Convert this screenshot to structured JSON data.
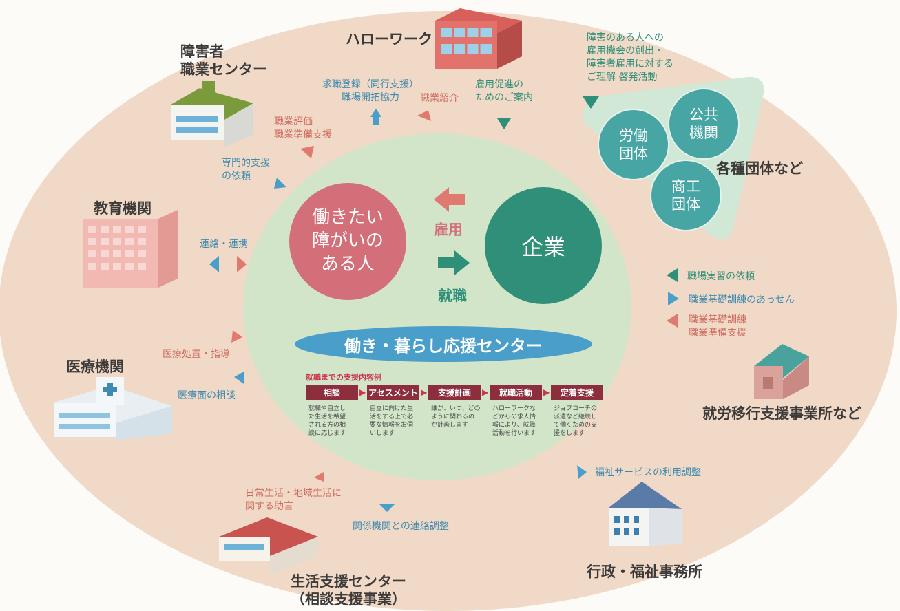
{
  "nodes": {
    "hellowork": "ハローワーク",
    "shougaisha_center": [
      "障害者",
      "職業センター"
    ],
    "kyouiku": "教育機関",
    "iryou": "医療機関",
    "seikatsu": [
      "生活支援センター",
      "（相談支援事業）"
    ],
    "gyousei": "行政・福祉事務所",
    "shuurou": "就労移行支援事業所など",
    "dantai": "各種団体など"
  },
  "center": {
    "person": [
      "働きたい",
      "障がいの",
      "ある人"
    ],
    "company": "企業",
    "koyou": "雇用",
    "shuushoku": "就職",
    "banner": "働き・暮らし応援センター"
  },
  "orgs": {
    "roudou": [
      "労働",
      "団体"
    ],
    "koukyou": [
      "公共",
      "機関"
    ],
    "shoukou": [
      "商工",
      "団体"
    ]
  },
  "flows": {
    "kyuushoku": [
      "求職登録（同行支援）",
      "職場開拓協力"
    ],
    "shokugyou_shoukai": "職業紹介",
    "koyou_sokushin": [
      "雇用促進の",
      "ためのご案内"
    ],
    "keihatsu": [
      "障害のある人への",
      "雇用機会の創出・",
      "障害者雇用に対する",
      "ご理解 啓発活動"
    ],
    "shokugyou_hyouka": [
      "職業評価",
      "職業準備支援"
    ],
    "senmon": [
      "専門的支援",
      "の依頼"
    ],
    "renraku": "連絡・連携",
    "iryou_shochi": "医療処置・指導",
    "iryoumen": "医療面の相談",
    "jisshuu": "職場実習の依頼",
    "kiso_assen": "職業基礎訓練のあっせん",
    "kiso_junbi": [
      "職業基礎訓練",
      "職業準備支援"
    ],
    "fukushi": "福祉サービスの利用調整",
    "nichijou": [
      "日常生活・地域生活に",
      "関する助言"
    ],
    "kankei": "関係機関との連絡調整"
  },
  "support": {
    "title": "就職までの支援内容例",
    "steps": [
      {
        "label": "相談",
        "desc": [
          "就職や自立し",
          "た生活を希望",
          "される方の相",
          "談に応じます"
        ]
      },
      {
        "label": "アセスメント",
        "desc": [
          "自立に向けた生",
          "活をする上で必",
          "要な情報をお伺",
          "いします"
        ]
      },
      {
        "label": "支援計画",
        "desc": [
          "誰が、いつ、どの",
          "ように関わるの",
          "か計画します"
        ]
      },
      {
        "label": "就職活動",
        "desc": [
          "ハローワークな",
          "どからの求人情",
          "報により、就職",
          "活動を行います"
        ]
      },
      {
        "label": "定着支援",
        "desc": [
          "ジョブコーチの",
          "派遣など継続し",
          "て働くための支",
          "援をします"
        ]
      }
    ]
  },
  "colors": {
    "outer": "#f0d9c6",
    "inner": "#d2e5c9",
    "person": "#d36f78",
    "company": "#2f8f78",
    "banner": "#4a9fca",
    "org": "#47a5a4",
    "step": "#8c2e3d"
  }
}
